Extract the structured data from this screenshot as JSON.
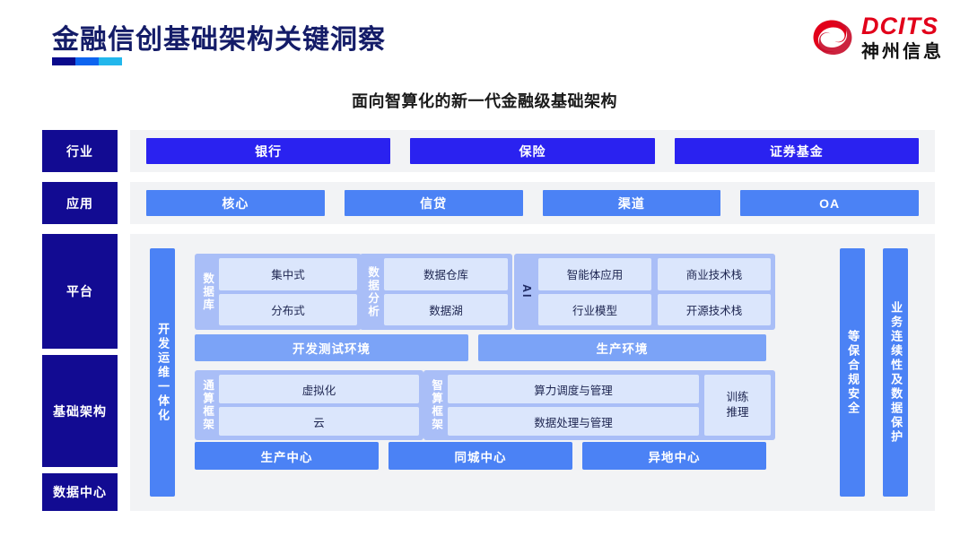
{
  "header": {
    "title": "金融信创基础架构关键洞察",
    "subtitle": "面向智算化的新一代金融级基础架构",
    "logo_en": "DCITS",
    "logo_cn": "神州信息",
    "accent_navy": "#120b92",
    "accent_blue": "#2a22f0",
    "accent_light_blue": "#4b82f5",
    "accent_red": "#e2001a"
  },
  "rows": {
    "industry": {
      "label": "行业",
      "items": [
        "银行",
        "保险",
        "证券基金"
      ]
    },
    "application": {
      "label": "应用",
      "items": [
        "核心",
        "信贷",
        "渠道",
        "OA"
      ]
    },
    "platform": {
      "label": "平台"
    },
    "infrastructure": {
      "label": "基础架构"
    },
    "datacenter": {
      "label": "数据中心"
    }
  },
  "side_bars": {
    "devops": "开发运维一体化",
    "security": "等保合规安全",
    "continuity": "业务连续性及数据保护"
  },
  "platform": {
    "database": {
      "title": "数据库",
      "cells": [
        "集中式",
        "分布式"
      ]
    },
    "data_analysis": {
      "title": "数据分析",
      "cells": [
        "数据仓库",
        "数据湖"
      ]
    },
    "ai": {
      "title": "AI",
      "col1": [
        "智能体应用",
        "行业模型"
      ],
      "col2": [
        "商业技术栈",
        "开源技术栈"
      ]
    },
    "environments": [
      "开发测试环境",
      "生产环境"
    ]
  },
  "infrastructure": {
    "general_compute": {
      "title": "通算框架",
      "cells": [
        "虚拟化",
        "云"
      ]
    },
    "intelligent_compute": {
      "title": "智算框架",
      "cells": [
        "算力调度与管理",
        "数据处理与管理"
      ],
      "side_line1": "训练",
      "side_line2": "推理"
    }
  },
  "datacenter": {
    "items": [
      "生产中心",
      "同城中心",
      "异地中心"
    ]
  }
}
